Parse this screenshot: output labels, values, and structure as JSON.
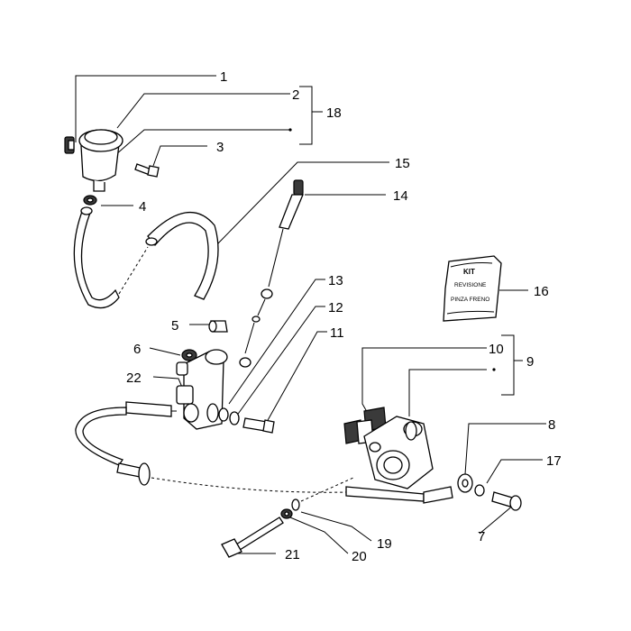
{
  "callouts": {
    "c1": "1",
    "c2": "2",
    "c3": "3",
    "c4": "4",
    "c5": "5",
    "c6": "6",
    "c7": "7",
    "c8": "8",
    "c9": "9",
    "c10": "10",
    "c11": "11",
    "c12": "12",
    "c13": "13",
    "c14": "14",
    "c15": "15",
    "c16": "16",
    "c17": "17",
    "c18": "18",
    "c19": "19",
    "c20": "20",
    "c21": "21",
    "c22": "22"
  },
  "kit_bag": {
    "line1": "KIT",
    "line2": "REVISIONE",
    "line3": "PINZA FRENO"
  }
}
